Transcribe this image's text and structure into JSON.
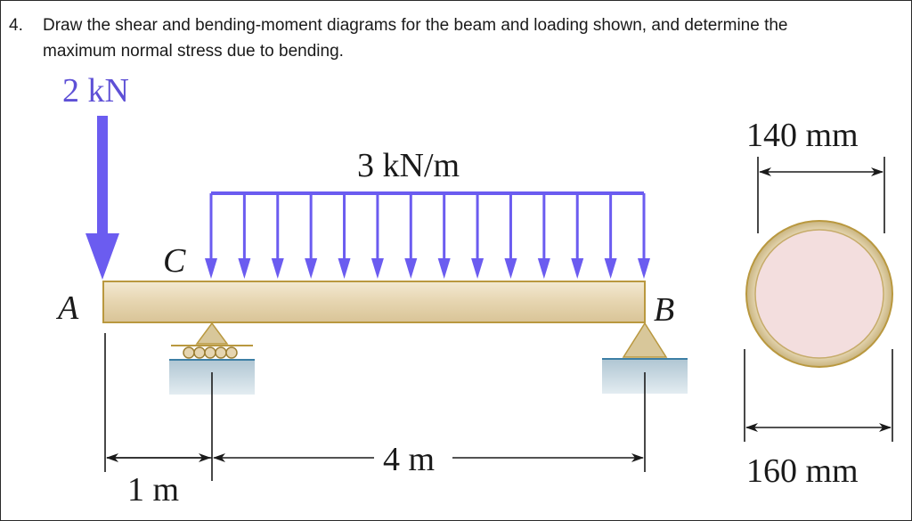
{
  "problem": {
    "number": "4.",
    "text": "Draw the shear and bending-moment diagrams for the beam and loading shown, and determine the maximum normal stress due to bending."
  },
  "figure": {
    "point_load": "2 kN",
    "distributed_load": "3 kN/m",
    "points": {
      "a": "A",
      "b": "B",
      "c": "C"
    },
    "dimensions": {
      "span_ac": "1 m",
      "span_cb": "4 m"
    },
    "section": {
      "inner_diameter": "140 mm",
      "outer_diameter": "160 mm"
    },
    "colors": {
      "load": "#6b5cf0",
      "beam_fill": "#e9dcc0",
      "beam_edge": "#b9983f",
      "support": "#d8c79a",
      "ground": "#cfdde6",
      "tube_outer": "#d6c7a1",
      "tube_inner": "#f3dede"
    }
  }
}
